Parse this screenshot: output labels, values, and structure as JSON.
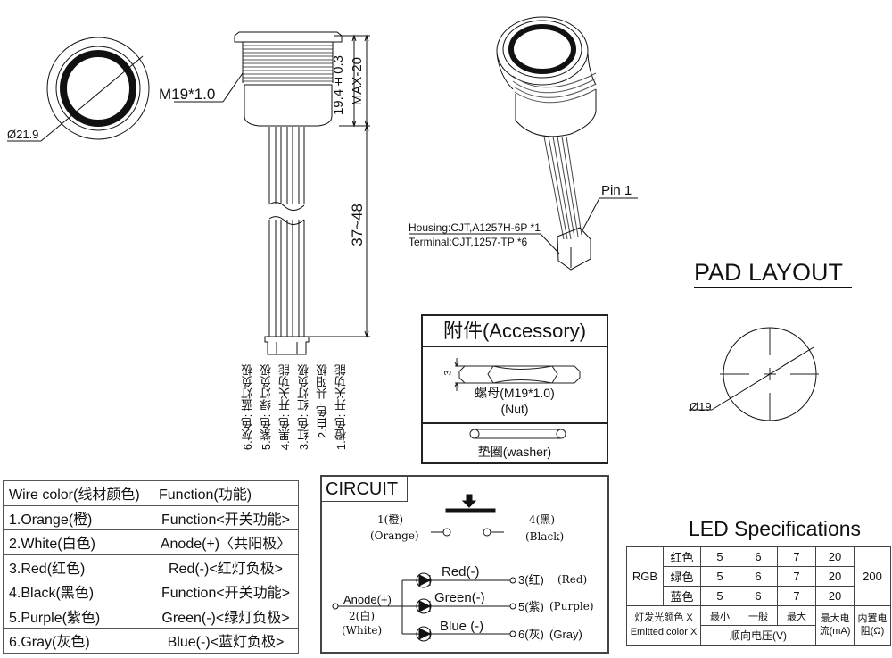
{
  "front_view": {
    "diameter_label": "Ø21.9",
    "thread_label": "M19*1.0"
  },
  "side_view": {
    "dimensions": {
      "body_height": "19.4±0.3",
      "max_height": "MAX-20",
      "cable_length": "37~48"
    },
    "wire_legend": [
      {
        "label": "6.灰色:",
        "function": "蓝灯负极"
      },
      {
        "label": "5.紫色:",
        "function": "绿灯负极"
      },
      {
        "label": "4.黑色:",
        "function": "开关功能"
      },
      {
        "label": "3.红色:",
        "function": "红灯负极"
      },
      {
        "label": "2.白色:",
        "function": "共阳极"
      },
      {
        "label": "1.橙色:",
        "function": "开关功能"
      }
    ]
  },
  "iso_view": {
    "pin_label": "Pin 1",
    "housing": "Housing:CJT,A1257H-6P *1",
    "terminal": "Terminal:CJT,1257-TP *6"
  },
  "pad_layout": {
    "title": "PAD LAYOUT",
    "diameter_label": "Ø19"
  },
  "accessory": {
    "title": "附件(Accessory)",
    "nut_thickness": "3",
    "nut_label": "螺母(M19*1.0)",
    "nut_label_en": "(Nut)",
    "washer_label": "垫圈(washer)"
  },
  "wire_table": {
    "headers": [
      "Wire color(线材颜色)",
      "Function(功能)"
    ],
    "rows": [
      [
        "1.Orange(橙)",
        "Function<开关功能>"
      ],
      [
        "2.White(白色)",
        "Anode(+)〈共阳极〉"
      ],
      [
        "3.Red(红色)",
        "Red(-)<红灯负极>"
      ],
      [
        "4.Black(黑色)",
        "Function<开关功能>"
      ],
      [
        "5.Purple(紫色)",
        "Green(-)<绿灯负极>"
      ],
      [
        "6.Gray(灰色)",
        "Blue(-)<蓝灯负极>"
      ]
    ]
  },
  "circuit": {
    "title": "CIRCUIT",
    "switch_left": {
      "pin": "1(橙)",
      "color": "(Orange)"
    },
    "switch_right": {
      "pin": "4(黑)",
      "color": "(Black)"
    },
    "anode": {
      "label": "Anode(+)",
      "pin": "2(白)",
      "color": "(White)"
    },
    "leds": [
      {
        "label": "Red(-)",
        "pin": "3(红)",
        "color": "(Red)"
      },
      {
        "label": "Green(-)",
        "pin": "5(紫)",
        "color": "(Purple)"
      },
      {
        "label": "Blue (-)",
        "pin": "6(灰)",
        "color": "(Gray)"
      }
    ]
  },
  "led_spec": {
    "title": "LED Specifications",
    "group": "RGB",
    "rows": [
      {
        "color": "红色",
        "min": "5",
        "typ": "6",
        "max": "7",
        "current": "20"
      },
      {
        "color": "绿色",
        "min": "5",
        "typ": "6",
        "max": "7",
        "current": "20"
      },
      {
        "color": "蓝色",
        "min": "5",
        "typ": "6",
        "max": "7",
        "current": "20"
      }
    ],
    "resistor": "200",
    "footer": {
      "emitted_cn": "灯发光颜色  X",
      "emitted_en": "Emitted color X",
      "min": "最小",
      "typ": "一般",
      "max": "最大",
      "voltage": "顺向电压(V)",
      "current": "最大电流(mA)",
      "resistor": "内置电阻(Ω)"
    }
  }
}
